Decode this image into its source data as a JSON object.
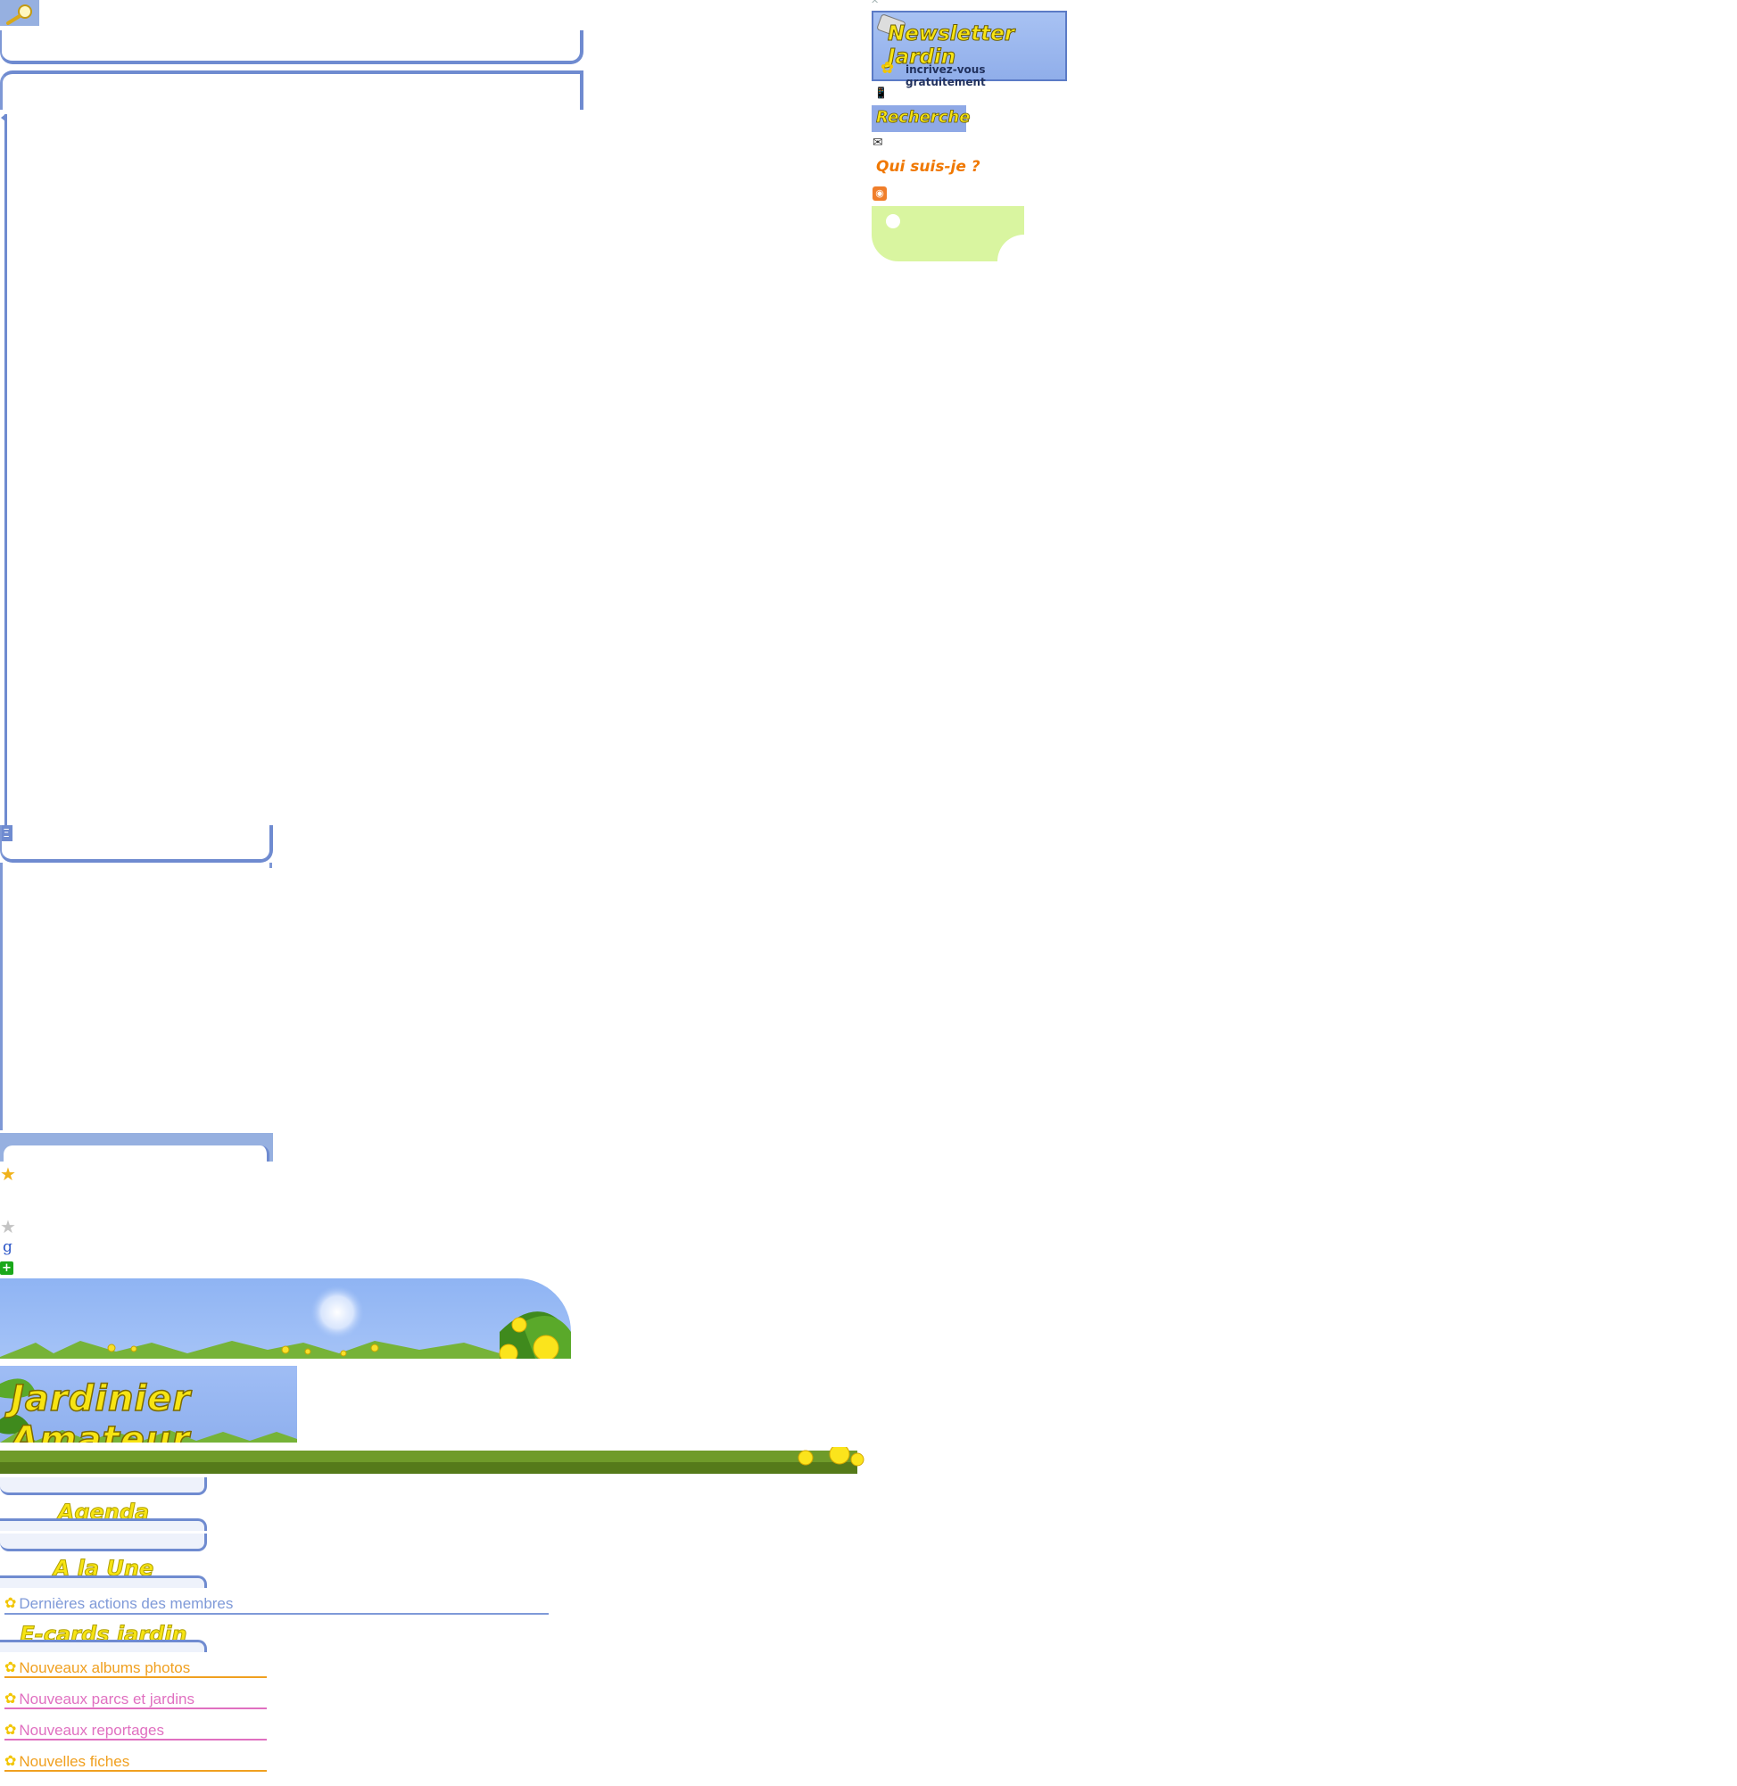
{
  "header": {
    "search_icon": "magnifier-icon"
  },
  "right_column": {
    "newsletter": {
      "title": "Newsletter Jardin",
      "subtitle": "incrivez-vous gratuitement"
    },
    "search_label": "Recherche",
    "quiz_label": "Qui suis-je ?"
  },
  "brand": {
    "logo_text": "Jardinier Amateur"
  },
  "menu": {
    "agenda": "Agenda",
    "a_la_une": "A la Une",
    "ecards": "E-cards jardin"
  },
  "links": [
    {
      "label": "Dernières actions des membres",
      "color": "#7f9ad8"
    },
    {
      "label": "Nouveaux albums photos",
      "color": "#f0a020"
    },
    {
      "label": "Nouveaux parcs et jardins",
      "color": "#e070c0"
    },
    {
      "label": "Nouveaux reportages",
      "color": "#e070c0"
    },
    {
      "label": "Nouvelles fiches",
      "color": "#f0a020"
    }
  ],
  "colors": {
    "accent_blue": "#6f8bd0",
    "brand_yellow": "#f7e413",
    "grass_green": "#6f9b2a",
    "rss_orange": "#f07e2a"
  }
}
